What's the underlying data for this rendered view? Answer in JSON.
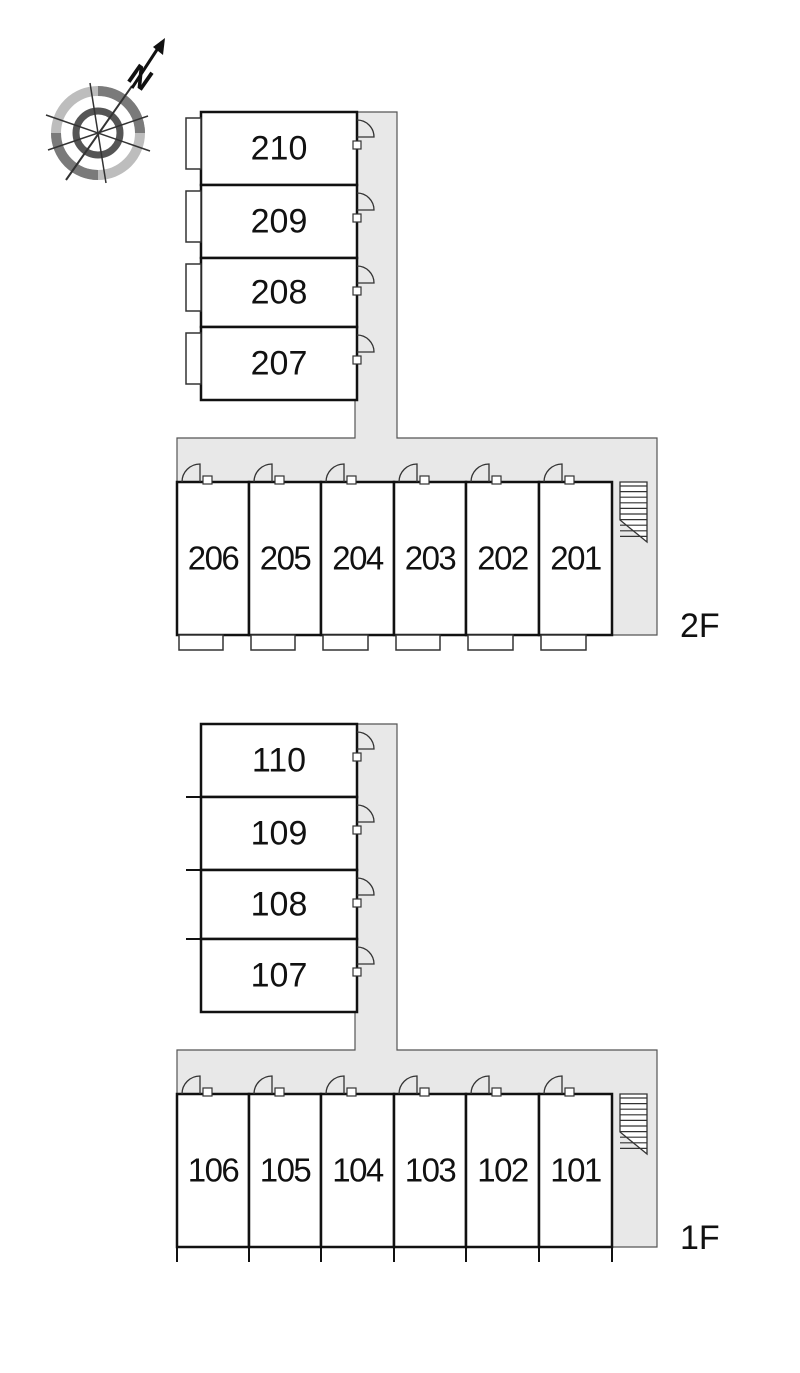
{
  "compass": {
    "letter": "N"
  },
  "floors": [
    {
      "label": "2F",
      "wing_units": [
        "210",
        "209",
        "208",
        "207"
      ],
      "row_units": [
        "206",
        "205",
        "204",
        "203",
        "202",
        "201"
      ]
    },
    {
      "label": "1F",
      "wing_units": [
        "110",
        "109",
        "108",
        "107"
      ],
      "row_units": [
        "106",
        "105",
        "104",
        "103",
        "102",
        "101"
      ]
    }
  ]
}
